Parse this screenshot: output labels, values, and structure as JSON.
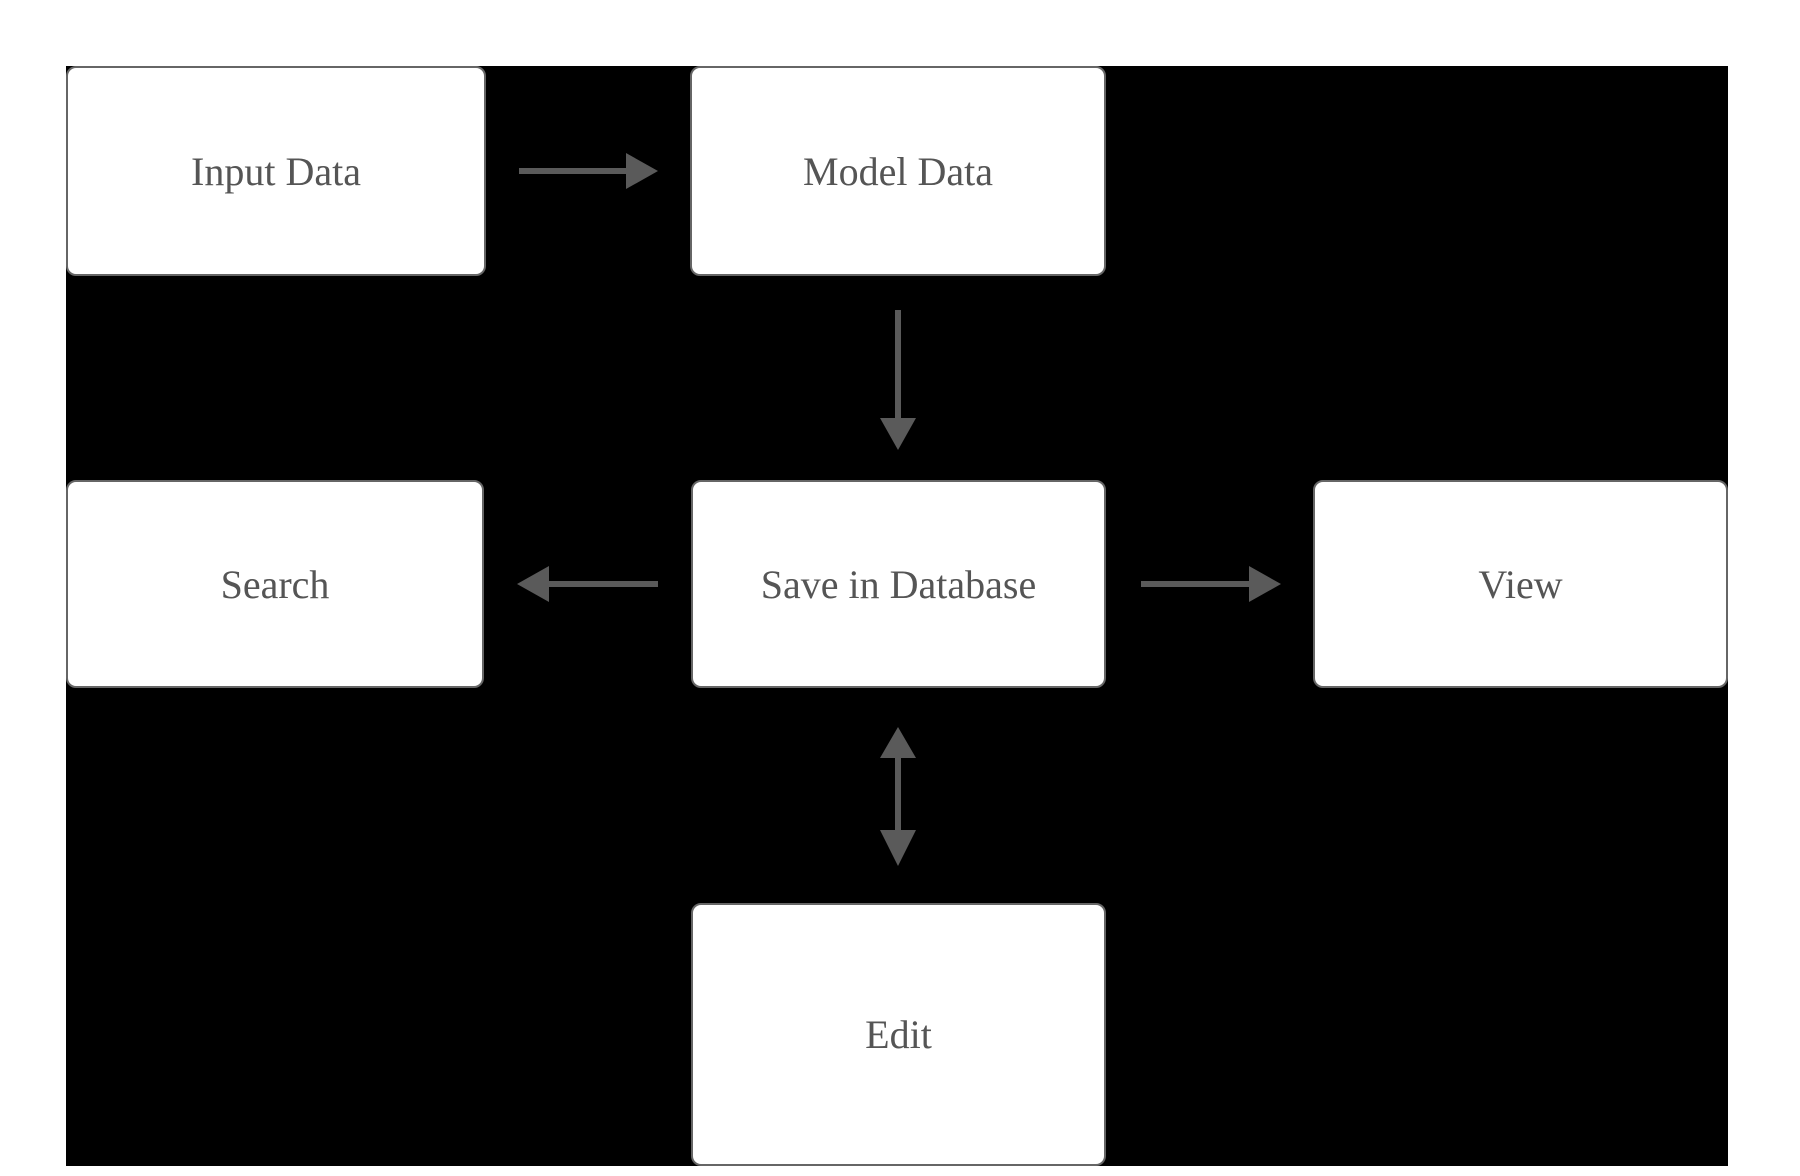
{
  "diagram": {
    "type": "flowchart",
    "nodes": [
      {
        "id": "input_data",
        "label": "Input Data"
      },
      {
        "id": "model_data",
        "label": "Model Data"
      },
      {
        "id": "search",
        "label": "Search"
      },
      {
        "id": "save_in_database",
        "label": "Save in Database"
      },
      {
        "id": "view",
        "label": "View"
      },
      {
        "id": "edit",
        "label": "Edit"
      }
    ],
    "edges": [
      {
        "from": "input_data",
        "to": "model_data",
        "bidirectional": false
      },
      {
        "from": "model_data",
        "to": "save_in_database",
        "bidirectional": false
      },
      {
        "from": "save_in_database",
        "to": "search",
        "bidirectional": false
      },
      {
        "from": "save_in_database",
        "to": "view",
        "bidirectional": false
      },
      {
        "from": "save_in_database",
        "to": "edit",
        "bidirectional": true
      }
    ],
    "colors": {
      "background": "#000000",
      "page_background": "#ffffff",
      "node_fill": "#ffffff",
      "node_border": "#666666",
      "node_text": "#555555",
      "arrow": "#5a5a5a"
    }
  }
}
